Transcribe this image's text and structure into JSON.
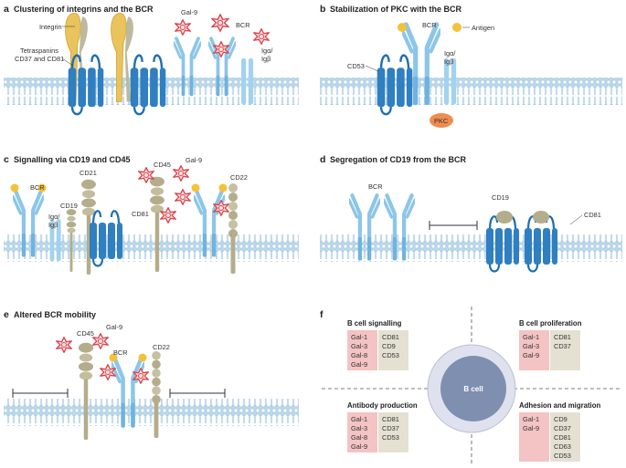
{
  "panels": {
    "a": {
      "letter": "a",
      "title": "Clustering of integrins and the BCR",
      "labels": {
        "integrin": "Integrin",
        "tetraspanins": "Tetraspanins",
        "tetraspanins2": "CD37 and CD81",
        "gal9": "Gal-9",
        "bcr": "BCR",
        "iga": "Igα/",
        "igb": "Igβ"
      }
    },
    "b": {
      "letter": "b",
      "title": "Stabilization of PKC with the BCR",
      "labels": {
        "bcr": "BCR",
        "antigen": "Antigen",
        "cd53": "CD53",
        "iga": "Igα/",
        "igb": "Igβ",
        "pkc": "PKC"
      }
    },
    "c": {
      "letter": "c",
      "title": "Signalling via CD19 and CD45",
      "labels": {
        "bcr": "BCR",
        "cd21": "CD21",
        "cd19": "CD19",
        "iga": "Igα/",
        "igb": "Igβ",
        "cd81": "CD81",
        "cd45": "CD45",
        "gal9": "Gal-9",
        "cd22": "CD22"
      }
    },
    "d": {
      "letter": "d",
      "title": "Segregation of CD19 from the BCR",
      "labels": {
        "bcr": "BCR",
        "cd19": "CD19",
        "cd81": "CD81"
      }
    },
    "e": {
      "letter": "e",
      "title": "Altered BCR mobility",
      "labels": {
        "cd45": "CD45",
        "gal9": "Gal-9",
        "bcr": "BCR",
        "cd22": "CD22"
      }
    },
    "f": {
      "letter": "f",
      "center": "B cell",
      "quadrants": {
        "signalling": {
          "title": "B cell signalling",
          "galectins": [
            "Gal-1",
            "Gal-3",
            "Gal-8",
            "Gal-9"
          ],
          "cds": [
            "CD81",
            "CD9",
            "CD53"
          ]
        },
        "proliferation": {
          "title": "B cell proliferation",
          "galectins": [
            "Gal-1",
            "Gal-3",
            "Gal-9"
          ],
          "cds": [
            "CD81",
            "CD37"
          ]
        },
        "antibody": {
          "title": "Antibody production",
          "galectins": [
            "Gal-1",
            "Gal-3",
            "Gal-8",
            "Gal-9"
          ],
          "cds": [
            "CD81",
            "CD37",
            "CD53"
          ]
        },
        "adhesion": {
          "title": "Adhesion and migration",
          "galectins": [
            "Gal-1",
            "Gal-9"
          ],
          "cds": [
            "CD9",
            "CD37",
            "CD81",
            "CD63",
            "CD53"
          ]
        }
      }
    }
  },
  "colors": {
    "membrane": "#a9cde3",
    "tetraspanin": "#2f7fc1",
    "bcr": "#8cc6e8",
    "integrin": "#e9c35c",
    "integrin_grey": "#bdb99e",
    "galectin": "#d9474e",
    "cd_olive": "#b3ad8c",
    "pkc": "#f08c50",
    "antigen": "#f2c23a",
    "gal_box": "#f4c3c3",
    "cd_box": "#e4e1d2",
    "bcell": "#7f8fb0"
  }
}
